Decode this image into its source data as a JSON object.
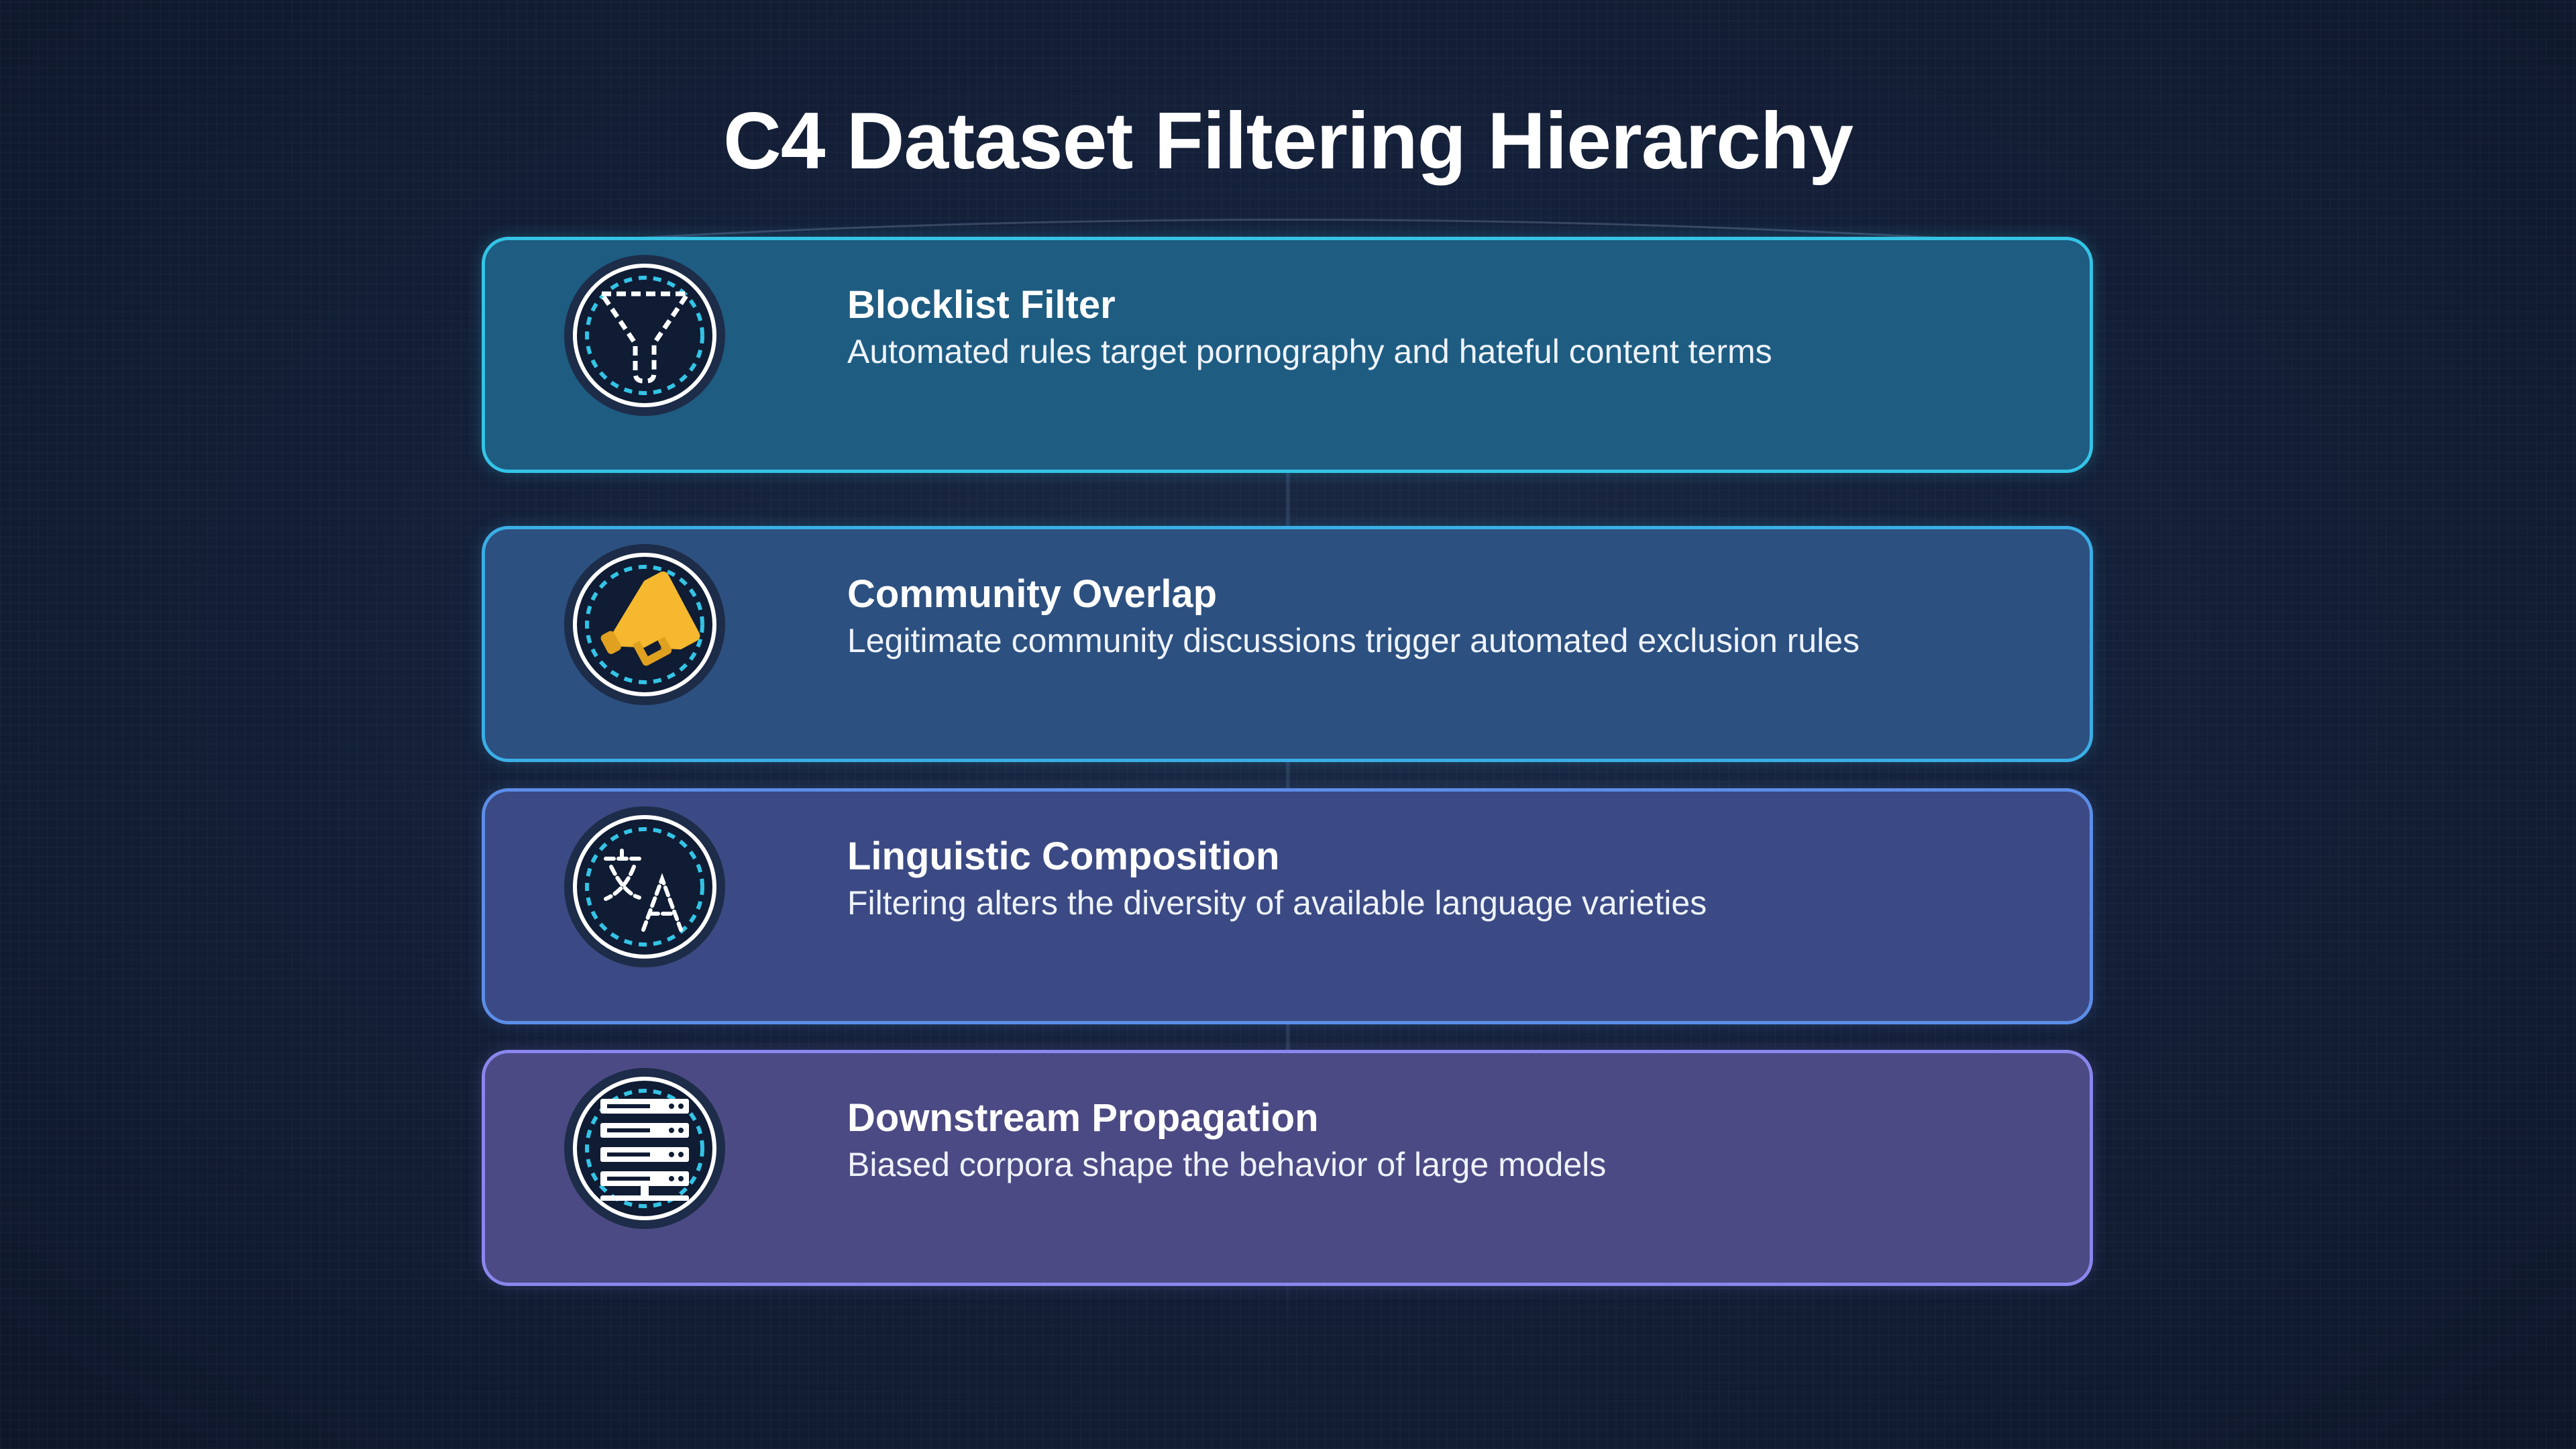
{
  "title": "C4 Dataset Filtering Hierarchy",
  "colors": {
    "background": "#142039",
    "card_1": "#1e5c82",
    "card_2": "#2c5080",
    "card_3": "#3b4a84",
    "card_4": "#4c4a84",
    "accent_cyan": "#33c4e6",
    "accent_yellow": "#f5b82e"
  },
  "layers": [
    {
      "icon": "funnel-icon",
      "title": "Blocklist Filter",
      "description": "Automated rules target pornography and hateful content terms"
    },
    {
      "icon": "megaphone-icon",
      "title": "Community Overlap",
      "description": "Legitimate community discussions trigger automated exclusion rules"
    },
    {
      "icon": "translate-icon",
      "title": "Linguistic Composition",
      "description": "Filtering alters the diversity of available language varieties"
    },
    {
      "icon": "server-stack-icon",
      "title": "Downstream Propagation",
      "description": "Biased corpora shape the behavior of large models"
    }
  ]
}
